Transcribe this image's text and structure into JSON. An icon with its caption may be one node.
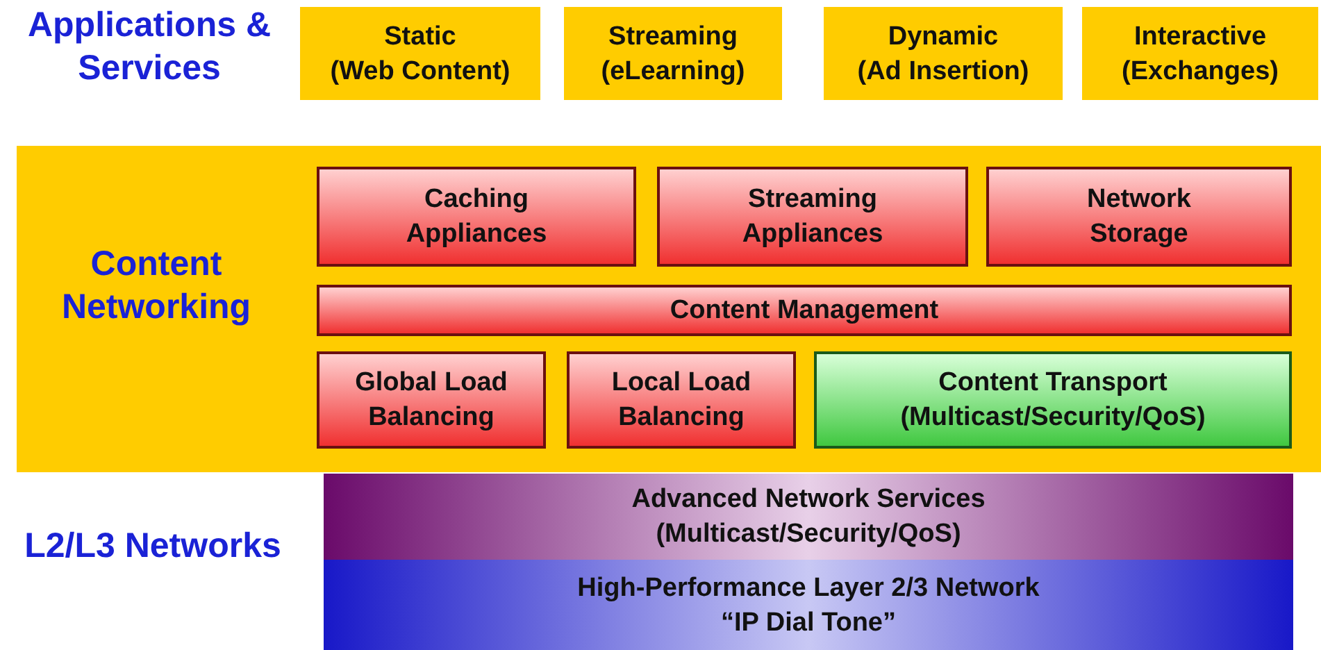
{
  "diagram": {
    "nodes": [
      {
        "text": [
          "Static (Web Content)"
        ]
      },
      {
        "text": [
          "Streaming (eLearning)"
        ]
      },
      {
        "text": [
          "Dynamic (Ad Insertion)"
        ]
      },
      {
        "text": [
          "Interactive (Exchanges)"
        ]
      },
      {
        "text": [
          "Content Networking"
        ]
      },
      {
        "text": [
          "Caching Appliances"
        ],
        "in": 4
      },
      {
        "text": [
          "Streaming Appliances"
        ],
        "in": 4
      },
      {
        "text": [
          "Network Storage"
        ],
        "in": 4
      },
      {
        "text": [
          "Content Management"
        ],
        "in": 4
      },
      {
        "text": [
          "Global Load Balancing"
        ],
        "in": 4
      },
      {
        "text": [
          "Local Load Balancing"
        ],
        "in": 4
      },
      {
        "text": [
          "Content Transport (Multicast/Security/QoS)"
        ],
        "in": 4
      },
      {
        "text": [
          "Advanced Network Services",
          "(Multicast/Security/QoS)"
        ]
      },
      {
        "text": [
          "High-Performance Layer 2/3 Network",
          "“IP Dial Tone”"
        ]
      }
    ],
    "labels": [
      "Applications & Services",
      "L2/L3 Networks"
    ]
  }
}
